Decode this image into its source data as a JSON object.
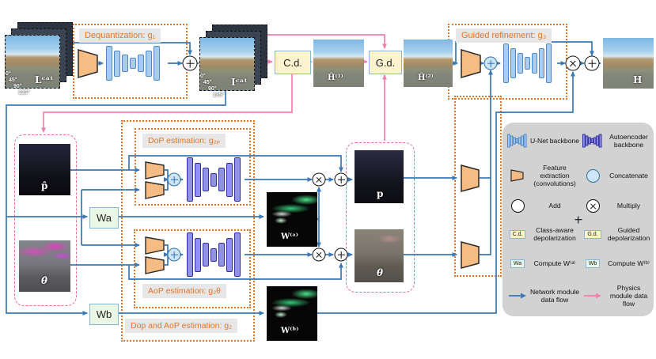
{
  "colors": {
    "network_flow": "#3a78b6",
    "physics_flow": "#f27fae",
    "module_box_border": "#e0762a",
    "unet_fill": "#a9cdf0",
    "autoencoder_fill": "#9191e8",
    "feature_extraction_fill": "#f7bc84",
    "depolarization_chip": "#fdf3cf",
    "weight_chip": "#eaf7e4",
    "legend_bg": "#d2d2d2"
  },
  "angles": [
    "0°",
    "45°",
    "90°",
    "135°"
  ],
  "top": {
    "input_cube_label": "Lᶜᵃᵗ",
    "dequant_label": "Dequantization: g₁",
    "dequant_cube_label": "Iᶜᵃᵗ",
    "cd_label": "C.d.",
    "h1_label": "Ĥ⁽¹⁾",
    "gd_label": "G.d.",
    "h2_label": "Ĥ⁽²⁾",
    "refine_label": "Guided refinement: g₃",
    "output_label": "H"
  },
  "middle": {
    "p_hat_label": "p̂",
    "theta_hat_label": "θ̂",
    "wa_label": "Wa",
    "wb_label": "Wb",
    "dop_label": "DoP estimation: g₂ₚ",
    "aop_label": "AoP estimation: g₂θ",
    "g2_label": "Dop and AoP estimation: g₂",
    "wa_map_label": "W⁽ᵃ⁾",
    "wb_map_label": "W⁽ᵇ⁾",
    "p_label": "p",
    "theta_label": "θ"
  },
  "legend": {
    "rows": [
      {
        "a": "U-Net backbone",
        "b": "Autoencoder backbone"
      },
      {
        "a": "Feature extraction (convolutions)",
        "b": "Concatenate"
      },
      {
        "a": "Add",
        "b": "Multiply"
      },
      {
        "a": "Class-aware depolarization",
        "b": "Guided depolarization",
        "a_chip": "C.d.",
        "b_chip": "G.d."
      },
      {
        "a": "Compute W⁽ᵃ⁾",
        "b": "Compute W⁽ᵇ⁾",
        "a_chip": "Wa",
        "b_chip": "Wb"
      },
      {
        "a": "Network module data flow",
        "b": "Physics module data flow"
      }
    ]
  }
}
